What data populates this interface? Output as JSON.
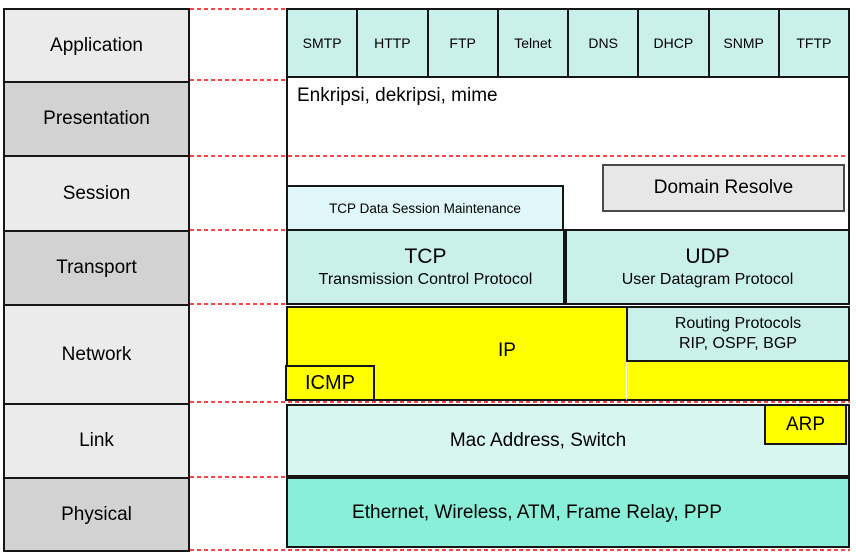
{
  "layers": [
    "Application",
    "Presentation",
    "Session",
    "Transport",
    "Network",
    "Link",
    "Physical"
  ],
  "app_protocols": [
    "SMTP",
    "HTTP",
    "FTP",
    "Telnet",
    "DNS",
    "DHCP",
    "SNMP",
    "TFTP"
  ],
  "presentation": {
    "label": "Enkripsi, dekripsi, mime"
  },
  "session": {
    "maintenance_label": "TCP Data Session Maintenance",
    "domain_resolve_label": "Domain Resolve"
  },
  "transport": {
    "tcp_title": "TCP",
    "tcp_subtitle": "Transmission Control Protocol",
    "udp_title": "UDP",
    "udp_subtitle": "User Datagram Protocol"
  },
  "network": {
    "ip_label": "IP",
    "icmp_label": "ICMP",
    "routing_line1": "Routing Protocols",
    "routing_line2": "RIP, OSPF, BGP"
  },
  "link": {
    "label": "Mac Address, Switch",
    "arp_label": "ARP"
  },
  "physical": {
    "label": "Ethernet, Wireless, ATM, Frame Relay, PPP"
  },
  "colors": {
    "protocol_cyan": "#c9f0ea",
    "session_maintenance_cyan": "#dff7f9",
    "link_cyan": "#d8f6f0",
    "physical_teal": "#8aefd9",
    "ip_yellow": "#ffff00",
    "osi_light_gray": "#ebebeb",
    "osi_dark_gray": "#d2d2d2",
    "domain_resolve_gray": "#e7e7e7",
    "boundary_dash_red": "#ff4343",
    "border_black": "#161616"
  }
}
